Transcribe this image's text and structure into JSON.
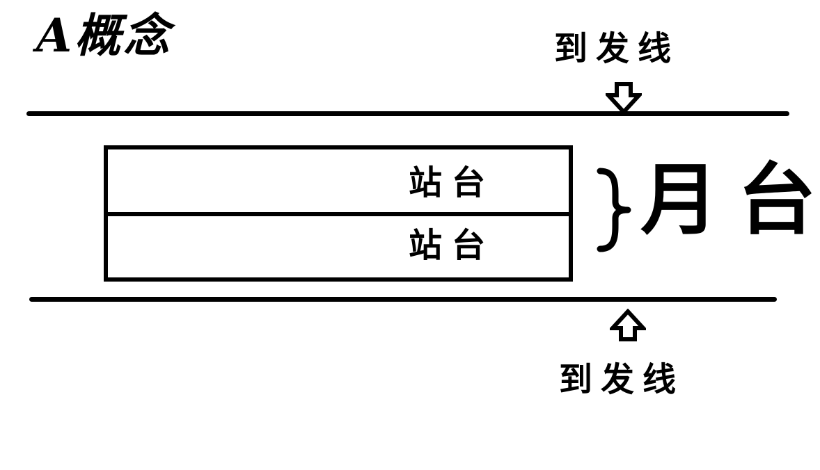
{
  "title": "A概念",
  "top_track": {
    "label": "到发线",
    "arrow_icon": "arrow-down-icon"
  },
  "bottom_track": {
    "label": "到发线",
    "arrow_icon": "arrow-up-icon"
  },
  "platforms": [
    {
      "label": "站台"
    },
    {
      "label": "站台"
    }
  ],
  "group": {
    "brace_icon": "right-brace-icon",
    "label": "月台"
  }
}
